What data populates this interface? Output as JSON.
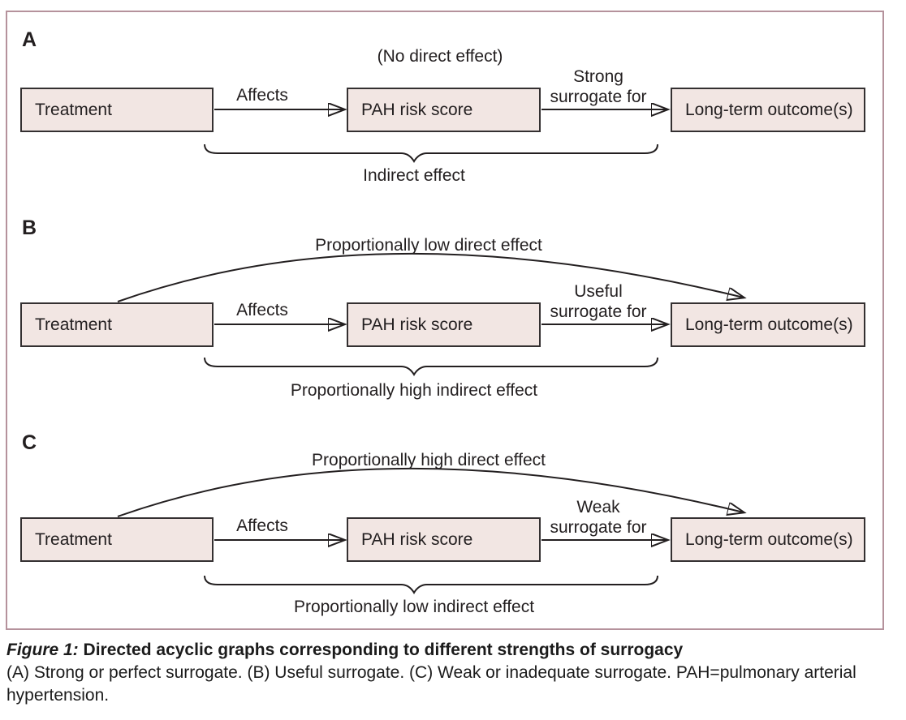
{
  "figure": {
    "colors": {
      "frame_border": "#b5929c",
      "node_fill": "#f2e6e3",
      "node_border": "#343031",
      "line": "#231f20"
    },
    "panels": [
      {
        "letter": "A",
        "top_label": "(No direct effect)",
        "nodes": {
          "treatment": "Treatment",
          "surrogate": "PAH risk score",
          "outcome": "Long-term outcome(s)"
        },
        "edge_affects": "Affects",
        "edge_surrogate_line1": "Strong",
        "edge_surrogate_line2": "surrogate for",
        "brace_label": "Indirect effect"
      },
      {
        "letter": "B",
        "top_label": "Proportionally low direct effect",
        "nodes": {
          "treatment": "Treatment",
          "surrogate": "PAH risk score",
          "outcome": "Long-term outcome(s)"
        },
        "edge_affects": "Affects",
        "edge_surrogate_line1": "Useful",
        "edge_surrogate_line2": "surrogate for",
        "brace_label": "Proportionally high indirect effect"
      },
      {
        "letter": "C",
        "top_label": "Proportionally high direct effect",
        "nodes": {
          "treatment": "Treatment",
          "surrogate": "PAH risk score",
          "outcome": "Long-term outcome(s)"
        },
        "edge_affects": "Affects",
        "edge_surrogate_line1": "Weak",
        "edge_surrogate_line2": "surrogate for",
        "brace_label": "Proportionally low indirect effect"
      }
    ]
  },
  "caption": {
    "figure_label": "Figure 1:",
    "title": "Directed acyclic graphs corresponding to different strengths of surrogacy",
    "description": "(A) Strong or perfect surrogate. (B) Useful surrogate. (C) Weak or inadequate surrogate. PAH=pulmonary arterial hypertension."
  }
}
